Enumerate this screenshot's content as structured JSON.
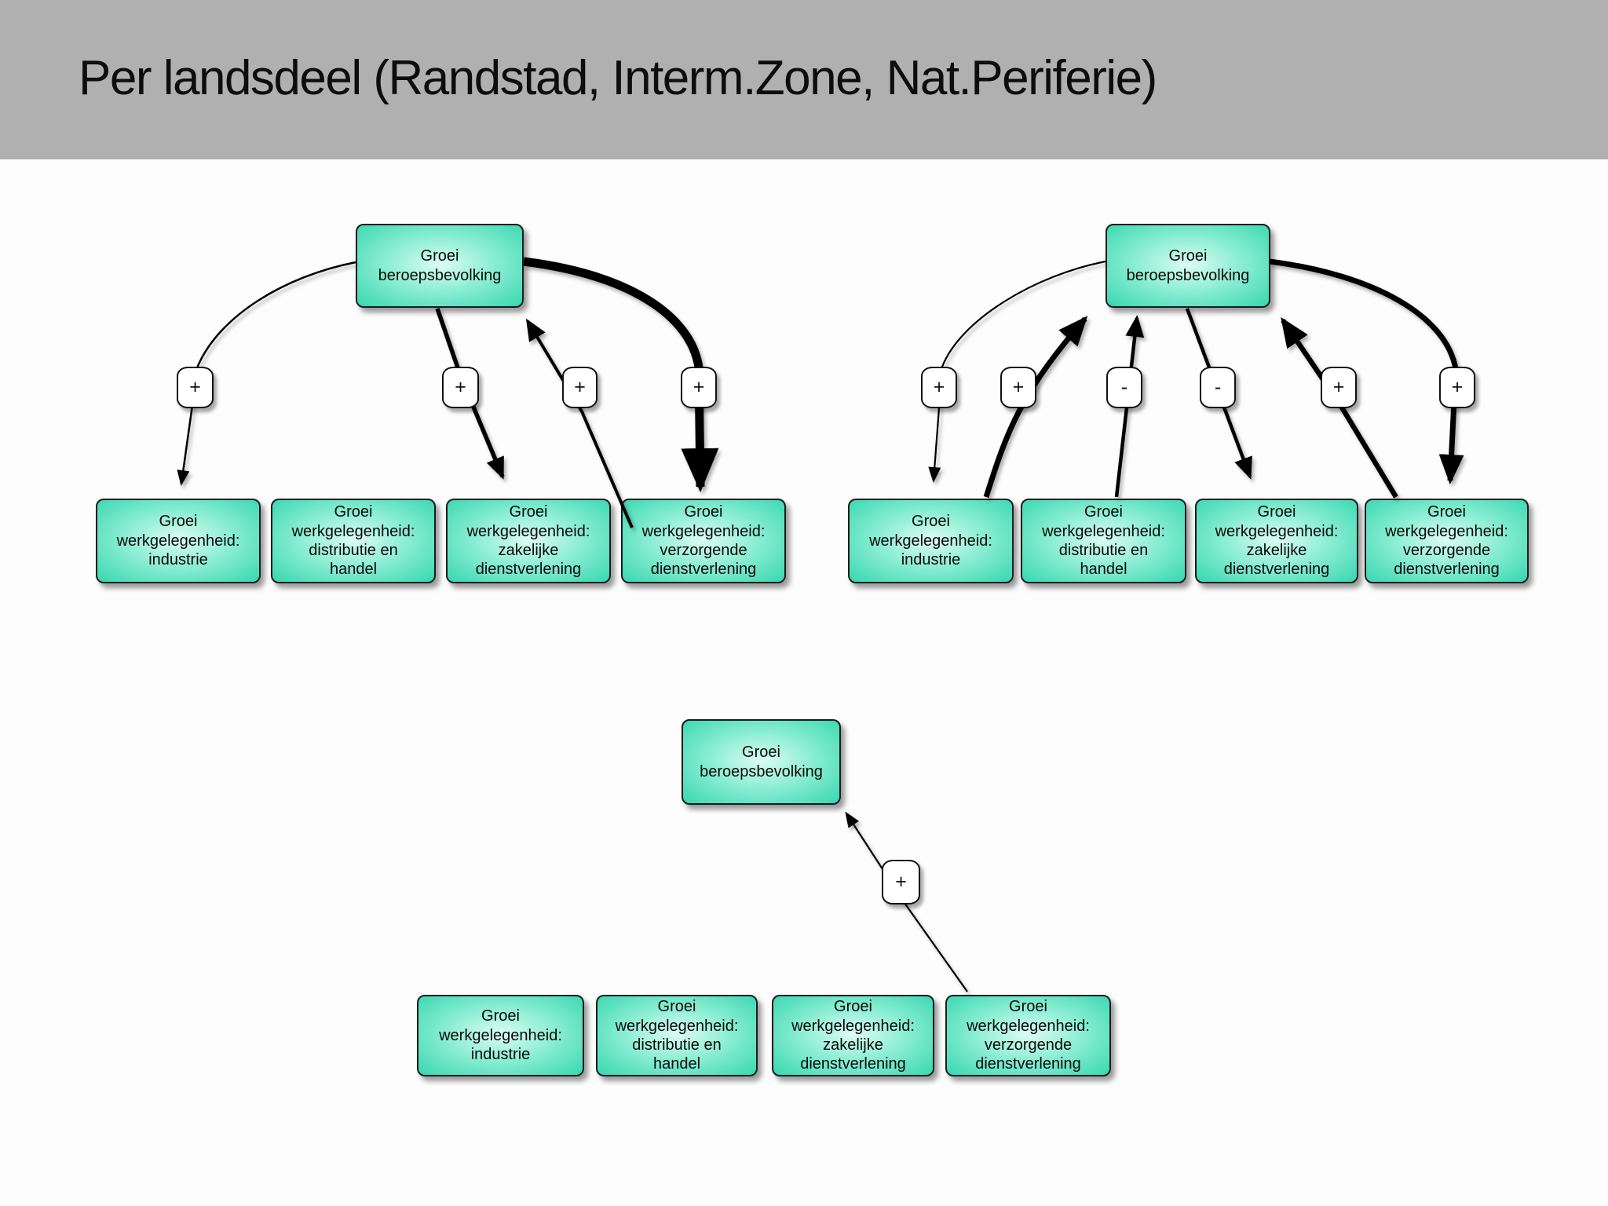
{
  "header": {
    "title": "Per landsdeel (Randstad, Interm.Zone, Nat.Periferie)"
  },
  "colors": {
    "header_bg": "#b0b0b0",
    "node_fill_center": "#dcfcf2",
    "node_fill_edge": "#3fd9b3",
    "node_border": "#1b1b1b",
    "connector_bg": "#ffffff",
    "line_color": "#000000",
    "background": "#fdfdfd"
  },
  "diagrams": [
    {
      "position": "top-left",
      "top_node": "Groei\nberoepsbevolking",
      "bottom_nodes": [
        "Groei\nwerkgelegenheid:\nindustrie",
        "Groei\nwerkgelegenheid:\ndistributie en\nhandel",
        "Groei\nwerkgelegenheid:\nzakelijke\ndienstverlening",
        "Groei\nwerkgelegenheid:\nverzorgende\ndienstverlening"
      ],
      "connectors": [
        {
          "sign": "+",
          "from": "Groei beroepsbevolking",
          "to": "Groei werkgelegenheid: industrie",
          "weight": "thin"
        },
        {
          "sign": "+",
          "from": "Groei beroepsbevolking",
          "to": "Groei werkgelegenheid: zakelijke dienstverlening",
          "weight": "medium"
        },
        {
          "sign": "+",
          "from": "Groei werkgelegenheid: verzorgende dienstverlening",
          "to": "Groei beroepsbevolking",
          "weight": "medium"
        },
        {
          "sign": "+",
          "from": "Groei beroepsbevolking",
          "to": "Groei werkgelegenheid: verzorgende dienstverlening",
          "weight": "very-thick"
        }
      ]
    },
    {
      "position": "top-right",
      "top_node": "Groei\nberoepsbevolking",
      "bottom_nodes": [
        "Groei\nwerkgelegenheid:\nindustrie",
        "Groei\nwerkgelegenheid:\ndistributie en\nhandel",
        "Groei\nwerkgelegenheid:\nzakelijke\ndienstverlening",
        "Groei\nwerkgelegenheid:\nverzorgende\ndienstverlening"
      ],
      "connectors": [
        {
          "sign": "+",
          "from": "Groei beroepsbevolking",
          "to": "Groei werkgelegenheid: industrie",
          "weight": "thin"
        },
        {
          "sign": "+",
          "from": "Groei werkgelegenheid: industrie",
          "to": "Groei beroepsbevolking",
          "weight": "thick"
        },
        {
          "sign": "-",
          "from": "Groei werkgelegenheid: distributie en handel",
          "to": "Groei beroepsbevolking",
          "weight": "medium"
        },
        {
          "sign": "-",
          "from": "Groei beroepsbevolking",
          "to": "Groei werkgelegenheid: zakelijke dienstverlening",
          "weight": "medium"
        },
        {
          "sign": "+",
          "from": "Groei werkgelegenheid: verzorgende dienstverlening",
          "to": "Groei beroepsbevolking",
          "weight": "thick"
        },
        {
          "sign": "+",
          "from": "Groei beroepsbevolking",
          "to": "Groei werkgelegenheid: verzorgende dienstverlening",
          "weight": "thick"
        }
      ]
    },
    {
      "position": "bottom-center",
      "top_node": "Groei\nberoepsbevolking",
      "bottom_nodes": [
        "Groei\nwerkgelegenheid:\nindustrie",
        "Groei\nwerkgelegenheid:\ndistributie en\nhandel",
        "Groei\nwerkgelegenheid:\nzakelijke\ndienstverlening",
        "Groei\nwerkgelegenheid:\nverzorgende\ndienstverlening"
      ],
      "connectors": [
        {
          "sign": "+",
          "from": "Groei werkgelegenheid: verzorgende dienstverlening",
          "to": "Groei beroepsbevolking",
          "weight": "thin"
        }
      ]
    }
  ]
}
